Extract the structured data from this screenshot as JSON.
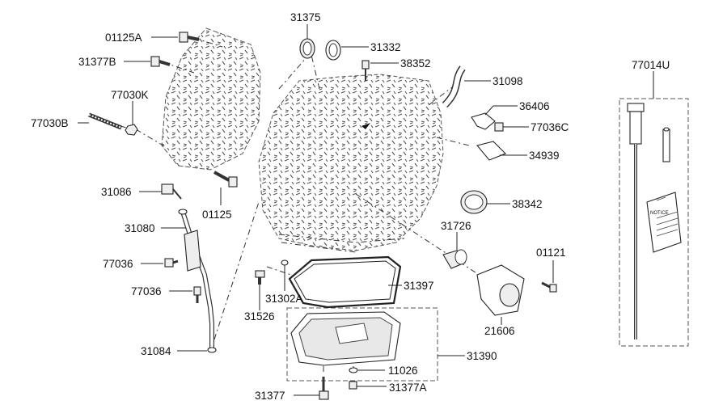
{
  "labels": {
    "p01125A": "01125A",
    "p31377B": "31377B",
    "p77030K": "77030K",
    "p77030B": "77030B",
    "p01125": "01125",
    "p31086": "31086",
    "p31080": "31080",
    "p77036a": "77036",
    "p77036b": "77036",
    "p31084": "31084",
    "p31375": "31375",
    "p31332": "31332",
    "p38352": "38352",
    "p31098": "31098",
    "p36406": "36406",
    "p77036C": "77036C",
    "p34939": "34939",
    "p38342": "38342",
    "p31726": "31726",
    "p01121": "01121",
    "p21606": "21606",
    "p31397": "31397",
    "p31302A": "31302A",
    "p31526": "31526",
    "p31390": "31390",
    "p11026": "11026",
    "p31377A": "31377A",
    "p31377": "31377",
    "p77014U": "77014U"
  },
  "notice_text": "NOTICE"
}
